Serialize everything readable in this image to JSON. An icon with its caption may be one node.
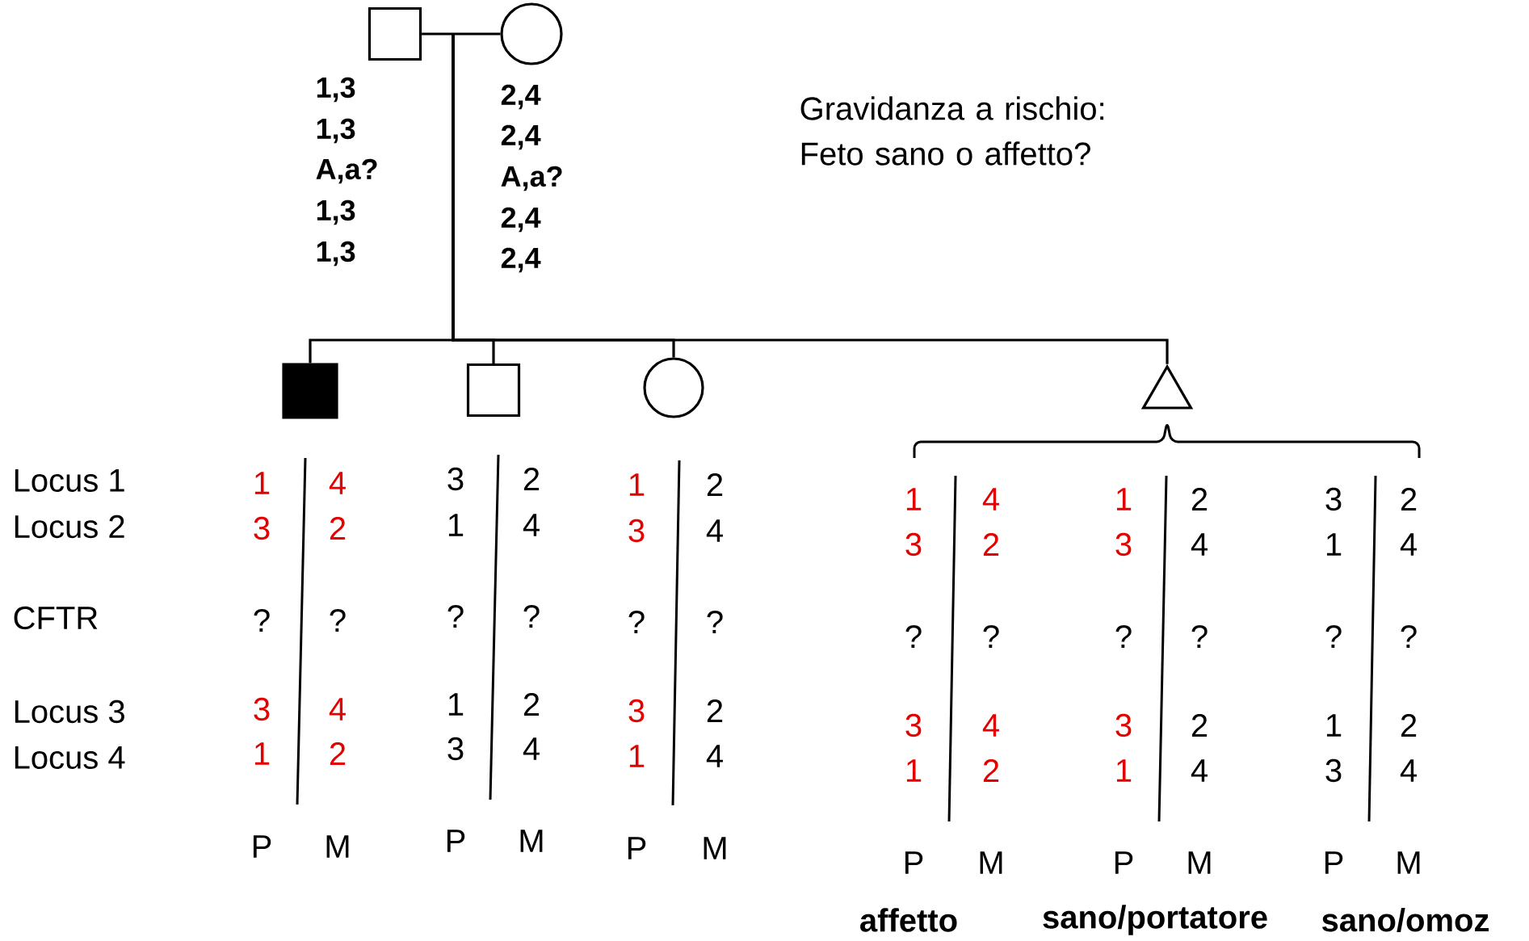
{
  "diagram": {
    "nodes": [
      {
        "text": [],
        "shape": "box"
      },
      {
        "text": [],
        "shape": "circle"
      },
      {
        "text": [],
        "shape": "box"
      },
      {
        "text": [],
        "shape": "box"
      },
      {
        "text": [],
        "shape": "circle"
      },
      {
        "text": [],
        "shape": "triangle"
      }
    ],
    "edges": [
      {
        "from": 0,
        "to": 1,
        "arrow": "none"
      },
      {
        "from": null,
        "to": 2,
        "arrow": "none"
      },
      {
        "from": null,
        "to": 3,
        "arrow": "none"
      },
      {
        "from": null,
        "to": 4,
        "arrow": "none"
      },
      {
        "from": null,
        "to": 5,
        "arrow": "none"
      }
    ],
    "labels": [
      "1,3",
      "1,3",
      "A,a?",
      "1,3",
      "1,3",
      "2,4",
      "2,4",
      "A,a?",
      "2,4",
      "2,4",
      "Gravidanza a rischio: Feto sano o affetto?",
      "Locus 1",
      "Locus 2",
      "CFTR",
      "Locus 3",
      "Locus 4",
      "1",
      "4",
      "3",
      "2",
      "?",
      "?",
      "3",
      "4",
      "1",
      "2",
      "P",
      "M",
      "3",
      "2",
      "1",
      "4",
      "?",
      "?",
      "1",
      "2",
      "3",
      "4",
      "P",
      "M",
      "1",
      "2",
      "3",
      "4",
      "?",
      "?",
      "3",
      "2",
      "1",
      "4",
      "P",
      "M",
      "1",
      "4",
      "3",
      "2",
      "?",
      "?",
      "3",
      "4",
      "1",
      "2",
      "P",
      "M",
      "1",
      "2",
      "3",
      "4",
      "?",
      "?",
      "3",
      "2",
      "1",
      "4",
      "P",
      "M",
      "3",
      "2",
      "1",
      "4",
      "?",
      "?",
      "1",
      "2",
      "3",
      "4",
      "P",
      "M",
      "affetto",
      "sano/portatore",
      "sano/omoz"
    ]
  }
}
